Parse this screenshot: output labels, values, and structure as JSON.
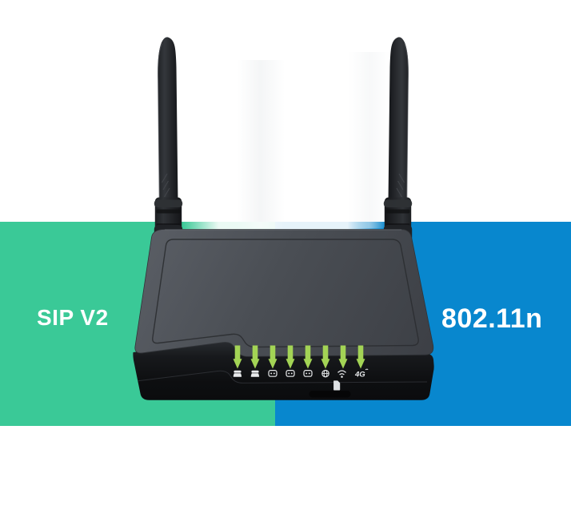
{
  "page": {
    "background_color": "#ffffff",
    "description": "wireless VoIP router promo image"
  },
  "panels": {
    "left": {
      "label": "SIP V2",
      "color": "#3AC997",
      "text_color": "#FFFFFF"
    },
    "right": {
      "label": "802.11n",
      "color": "#0887CE",
      "text_color": "#FFFFFF"
    }
  },
  "device": {
    "type": "wireless-voip-router",
    "antenna_count": 2,
    "led_count": 8,
    "led_color": "#7FBE3A",
    "panel_icons": [
      "phone",
      "phone",
      "lan",
      "lan",
      "lan",
      "internet",
      "wifi",
      "4g"
    ],
    "fourg_label": "4G",
    "extra_icon": "sim-card"
  }
}
